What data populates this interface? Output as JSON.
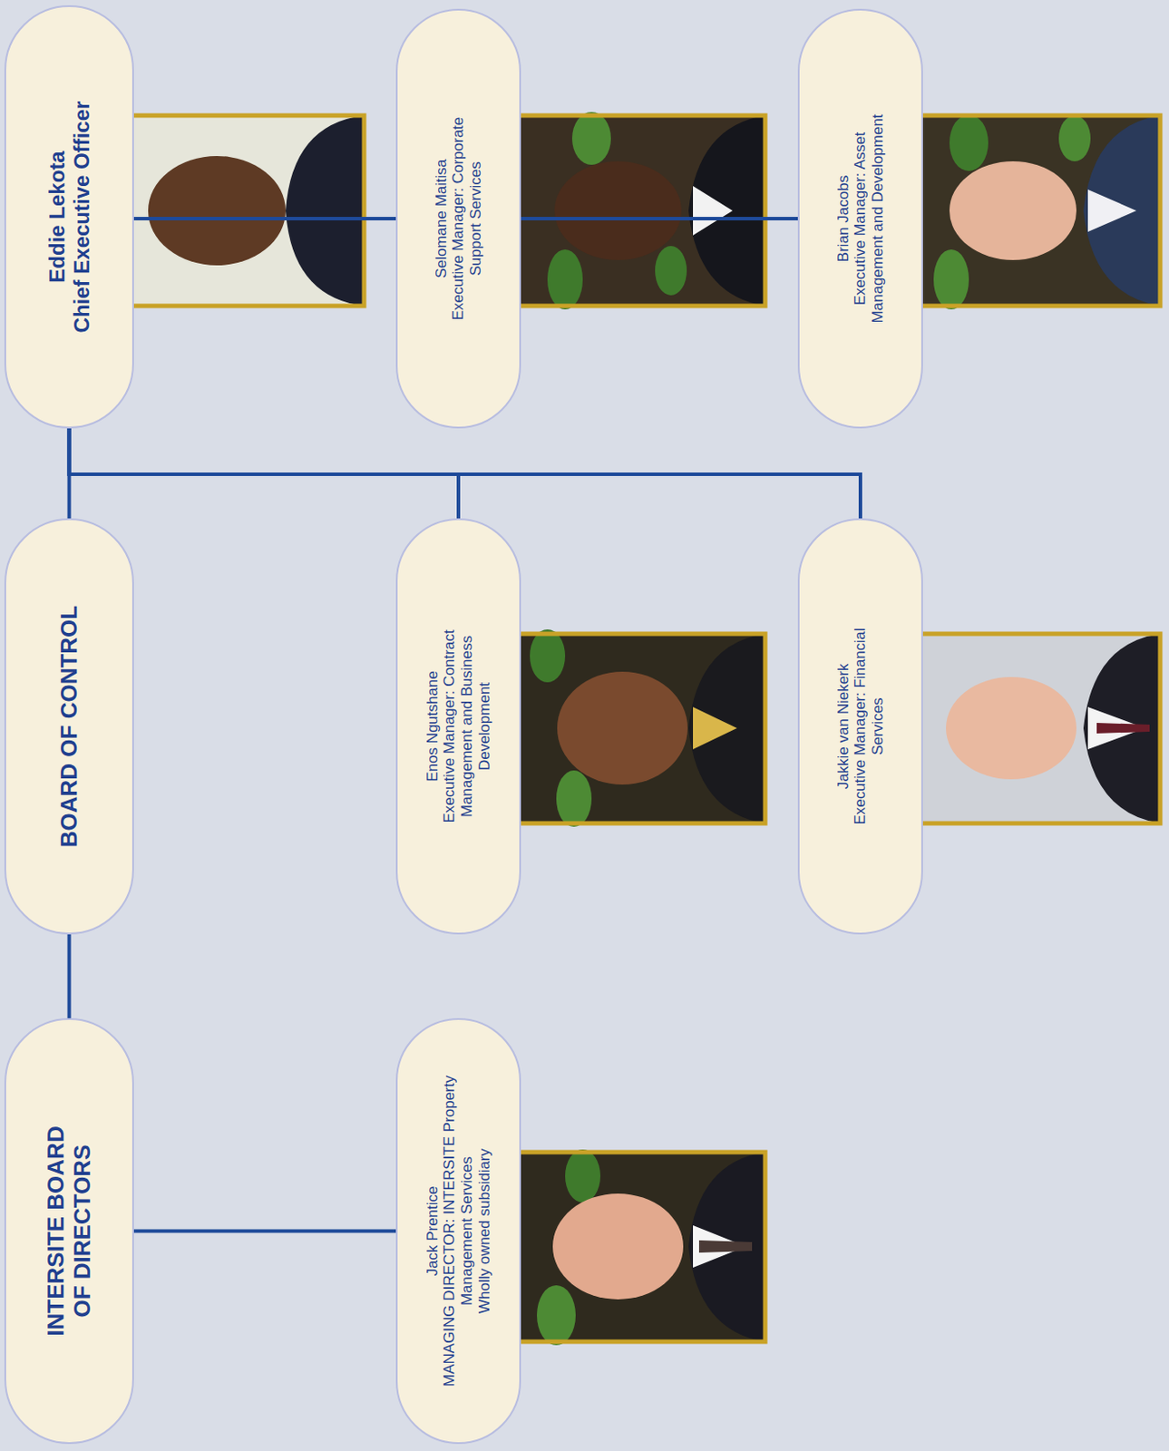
{
  "diagram": {
    "nodes": [
      {
        "text": [
          "INTERSITE BOARD OF DIRECTORS"
        ]
      },
      {
        "text": [
          "BOARD OF CONTROL"
        ]
      },
      {
        "text": [
          "Eddie Lekota",
          "Chief Executive Officer"
        ]
      },
      {
        "text": [
          "Jack Prentice",
          "MANAGING DIRECTOR: INTERSITE Property Management Services",
          "Wholly owned subsidiary"
        ]
      },
      {
        "text": [
          "Enos Ngutshane",
          "Executive Manager: Contract Management and Business Development"
        ]
      },
      {
        "text": [
          "Selomane Maitisa",
          "Executive Manager: Corporate Support Services"
        ]
      },
      {
        "text": [
          "Jakkie van Niekerk",
          "Executive Manager: Financial Services"
        ]
      },
      {
        "text": [
          "Brian Jacobs",
          "Executive Manager: Asset Management and Development"
        ]
      }
    ],
    "edges": [
      {
        "from": 0,
        "to": 1,
        "arrow": "none"
      },
      {
        "from": 1,
        "to": 2,
        "arrow": "none"
      },
      {
        "from": 0,
        "to": 3,
        "arrow": "none"
      },
      {
        "from": 2,
        "to": 4,
        "arrow": "none"
      },
      {
        "from": 2,
        "to": 5,
        "arrow": "none"
      },
      {
        "from": 2,
        "to": 6,
        "arrow": "none"
      },
      {
        "from": 2,
        "to": 7,
        "arrow": "none"
      }
    ]
  }
}
